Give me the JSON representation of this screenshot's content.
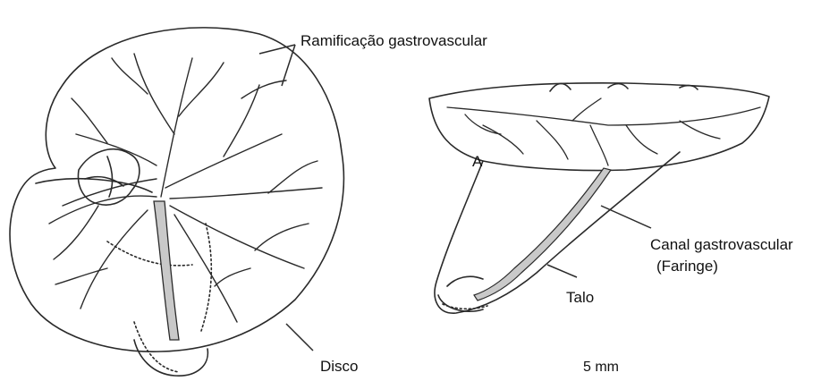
{
  "labels": {
    "branching": "Ramificação gastrovascular",
    "letter_a": "A",
    "canal_line1": "Canal gastrovascular",
    "canal_line2": "(Faringe)",
    "stalk": "Talo",
    "disc": "Disco",
    "scale": "5 mm"
  },
  "colors": {
    "ink": "#2a2a2a",
    "canal_fill": "#c9c9c9",
    "background": "#ffffff"
  }
}
